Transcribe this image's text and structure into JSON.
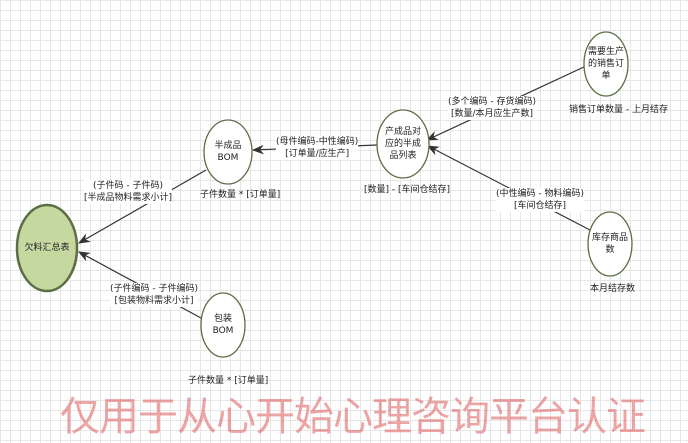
{
  "nodes": {
    "summary": "欠料汇总表",
    "semi_bom": "半成品\nBOM",
    "product_list": "产成品对\n应的半成\n品列表",
    "sales_order": "需要生产\n的销售订\n单",
    "inventory": "库存商品\n数",
    "pack_bom": "包装\nBOM"
  },
  "labels": {
    "sales_to_list": "(多个编码 - 存货编码)\n[数量/本月应生产数]",
    "sales_note": "销售订单数量 - 上月结存",
    "inv_to_list": "(中性编码 - 物料编码)\n[车间仓结存]",
    "inv_note": "本月结存数",
    "list_note": "[数量] - [车间仓结存]",
    "list_to_bom": "(母件编码-中性编码)\n[订单量/应生产]",
    "bom_note": "子件数量 * [订单量]",
    "bom_to_summary": "(子件码 - 子件码)\n[半成品物料需求小计]",
    "pack_to_summary": "(子件编码 - 子件编码)\n[包装物料需求小计]",
    "pack_note": "子件数量 * [订单量]"
  },
  "watermark": "仅用于从心开始心理咨询平台认证",
  "colors": {
    "summary_fill": "#c5d8a0",
    "summary_stroke": "#5b6e44",
    "node_stroke": "#5b6e44",
    "edge": "#333333"
  }
}
